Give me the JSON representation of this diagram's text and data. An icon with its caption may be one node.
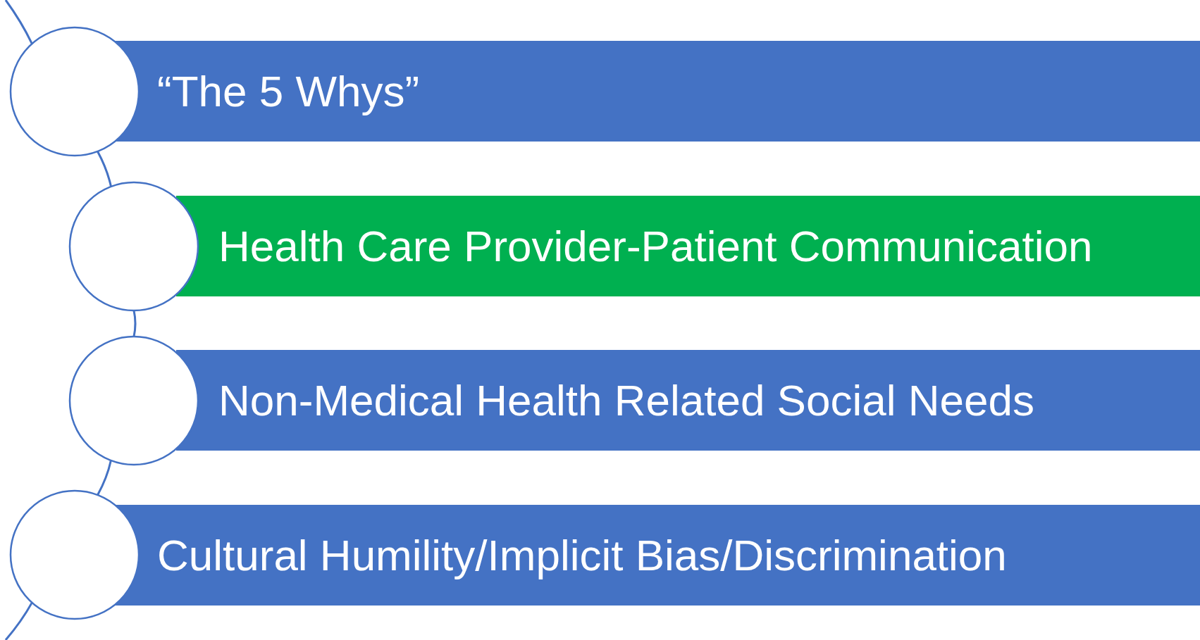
{
  "diagram": {
    "nodes": [
      {
        "text": [],
        "shape": "circle"
      },
      {
        "text": [
          "“The 5 Whys”"
        ]
      },
      {
        "text": [],
        "shape": "circle"
      },
      {
        "text": [
          "Health Care Provider-Patient Communication"
        ]
      },
      {
        "text": [],
        "shape": "circle"
      },
      {
        "text": [
          "Non-Medical Health Related Social Needs"
        ]
      },
      {
        "text": [],
        "shape": "circle"
      },
      {
        "text": [
          "Cultural Humility/Implicit Bias/Discrimination"
        ]
      }
    ],
    "edges": [
      {
        "from": null,
        "to": 0,
        "arrow": "none"
      },
      {
        "from": 0,
        "to": 2,
        "arrow": "none"
      },
      {
        "from": 2,
        "to": 4,
        "arrow": "none"
      },
      {
        "from": 4,
        "to": 6,
        "arrow": "none"
      },
      {
        "from": 6,
        "to": null,
        "arrow": "none"
      }
    ]
  }
}
